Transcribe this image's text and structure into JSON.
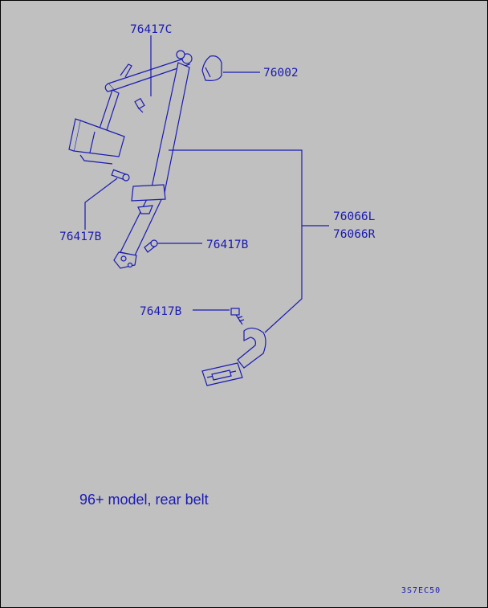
{
  "callouts": {
    "c1": "76417C",
    "c2": "76002",
    "c3": "76417B",
    "c4": "76417B",
    "c5": "76066L",
    "c6": "76066R",
    "c7": "76417B"
  },
  "caption": "96+ model, rear belt",
  "drawing_code": "3S7EC50"
}
